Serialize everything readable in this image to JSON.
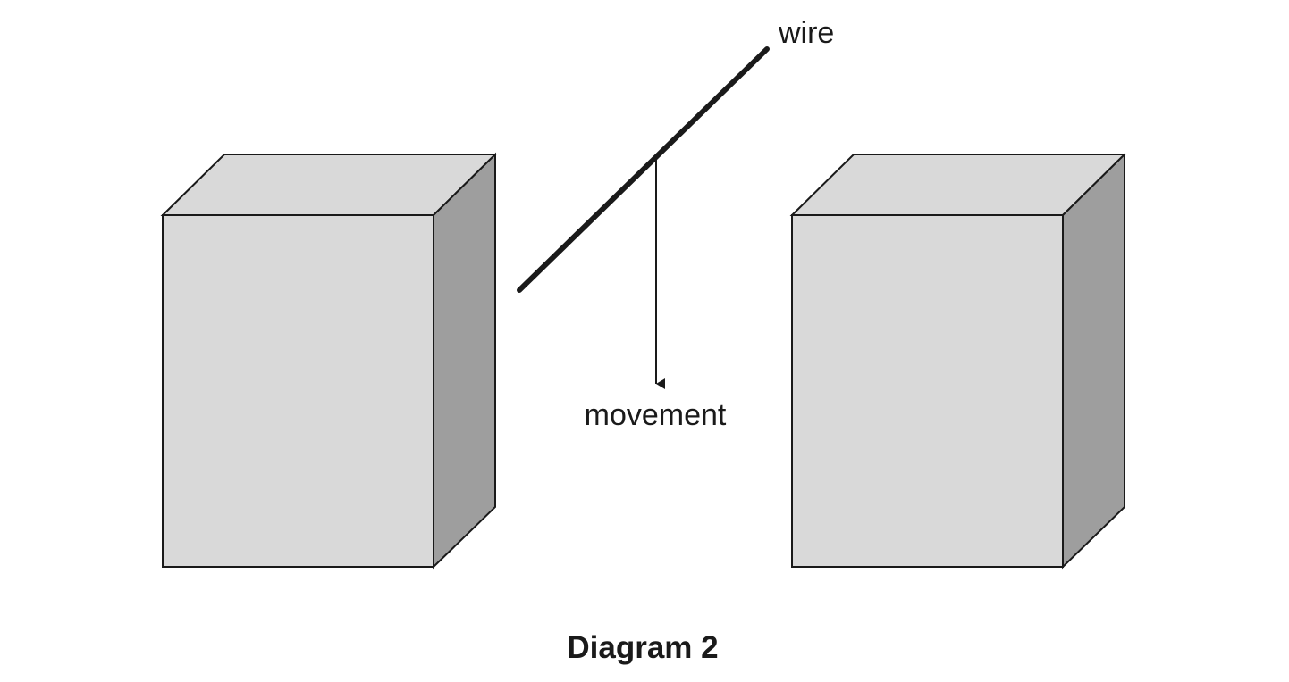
{
  "labels": {
    "wire": "wire",
    "movement": "movement"
  },
  "caption": "Diagram 2",
  "colors": {
    "front_face": "#d9d9d9",
    "top_face": "#d9d9d9",
    "side_face": "#9e9e9e",
    "outline": "#1a1a1a",
    "wire": "#1a1a1a"
  }
}
